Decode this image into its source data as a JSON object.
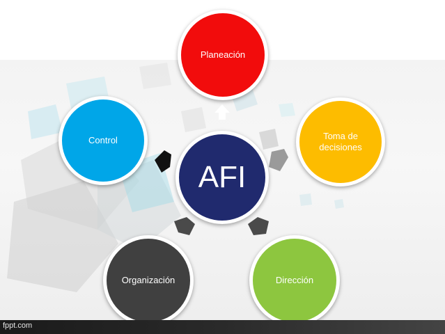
{
  "diagram": {
    "center": {
      "label": "AFI",
      "color": "#202a6e"
    },
    "nodes": [
      {
        "id": "planeacion",
        "label": "Planeación",
        "color": "#f20c0c"
      },
      {
        "id": "toma-de-decisiones",
        "label": "Toma de decisiones",
        "color": "#fdbc00"
      },
      {
        "id": "direccion",
        "label": "Dirección",
        "color": "#8dc63f"
      },
      {
        "id": "organizacion",
        "label": "Organización",
        "color": "#404040"
      },
      {
        "id": "control",
        "label": "Control",
        "color": "#00a6e8"
      }
    ]
  },
  "footer": {
    "watermark": "fppt.com"
  }
}
